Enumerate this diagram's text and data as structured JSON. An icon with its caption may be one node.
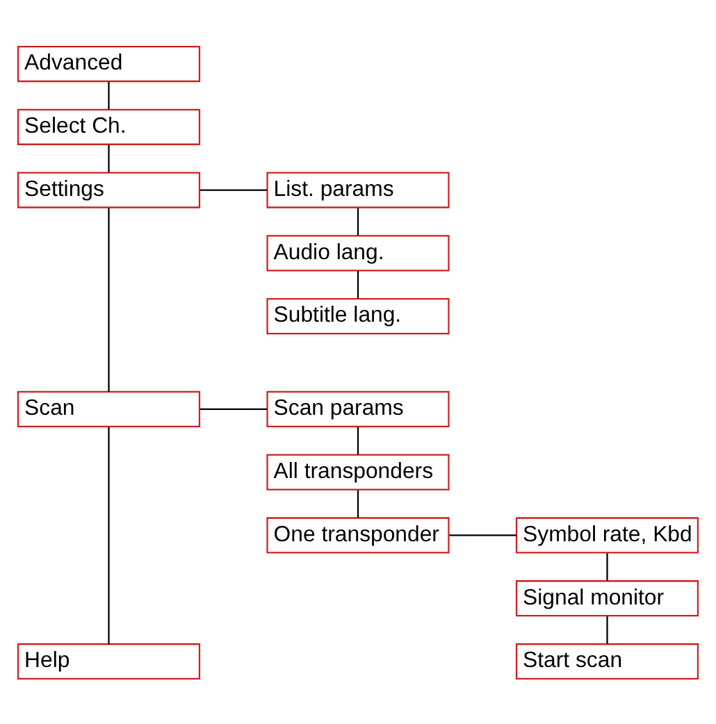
{
  "diagram": {
    "nodes": [
      {
        "text": [
          "Advanced"
        ]
      },
      {
        "text": [
          "Select Ch."
        ]
      },
      {
        "text": [
          "Settings"
        ]
      },
      {
        "text": [
          "List. params"
        ]
      },
      {
        "text": [
          "Audio lang."
        ]
      },
      {
        "text": [
          "Subtitle lang."
        ]
      },
      {
        "text": [
          "Scan"
        ]
      },
      {
        "text": [
          "Scan params"
        ]
      },
      {
        "text": [
          "All transponders"
        ]
      },
      {
        "text": [
          "One transponder"
        ]
      },
      {
        "text": [
          "Symbol rate, Kbd"
        ]
      },
      {
        "text": [
          "Signal monitor"
        ]
      },
      {
        "text": [
          "Start scan"
        ]
      },
      {
        "text": [
          "Help"
        ]
      }
    ],
    "edges": [
      {
        "from": 0,
        "to": 1,
        "arrow": "none"
      },
      {
        "from": 1,
        "to": 2,
        "arrow": "none"
      },
      {
        "from": 2,
        "to": 3,
        "arrow": "none"
      },
      {
        "from": 3,
        "to": 4,
        "arrow": "none"
      },
      {
        "from": 4,
        "to": 5,
        "arrow": "none"
      },
      {
        "from": 2,
        "to": 6,
        "arrow": "none"
      },
      {
        "from": 6,
        "to": 7,
        "arrow": "none"
      },
      {
        "from": 7,
        "to": 8,
        "arrow": "none"
      },
      {
        "from": 8,
        "to": 9,
        "arrow": "none"
      },
      {
        "from": 9,
        "to": 10,
        "arrow": "none"
      },
      {
        "from": 10,
        "to": 11,
        "arrow": "none"
      },
      {
        "from": 11,
        "to": 12,
        "arrow": "none"
      },
      {
        "from": 6,
        "to": 13,
        "arrow": "none"
      }
    ]
  }
}
